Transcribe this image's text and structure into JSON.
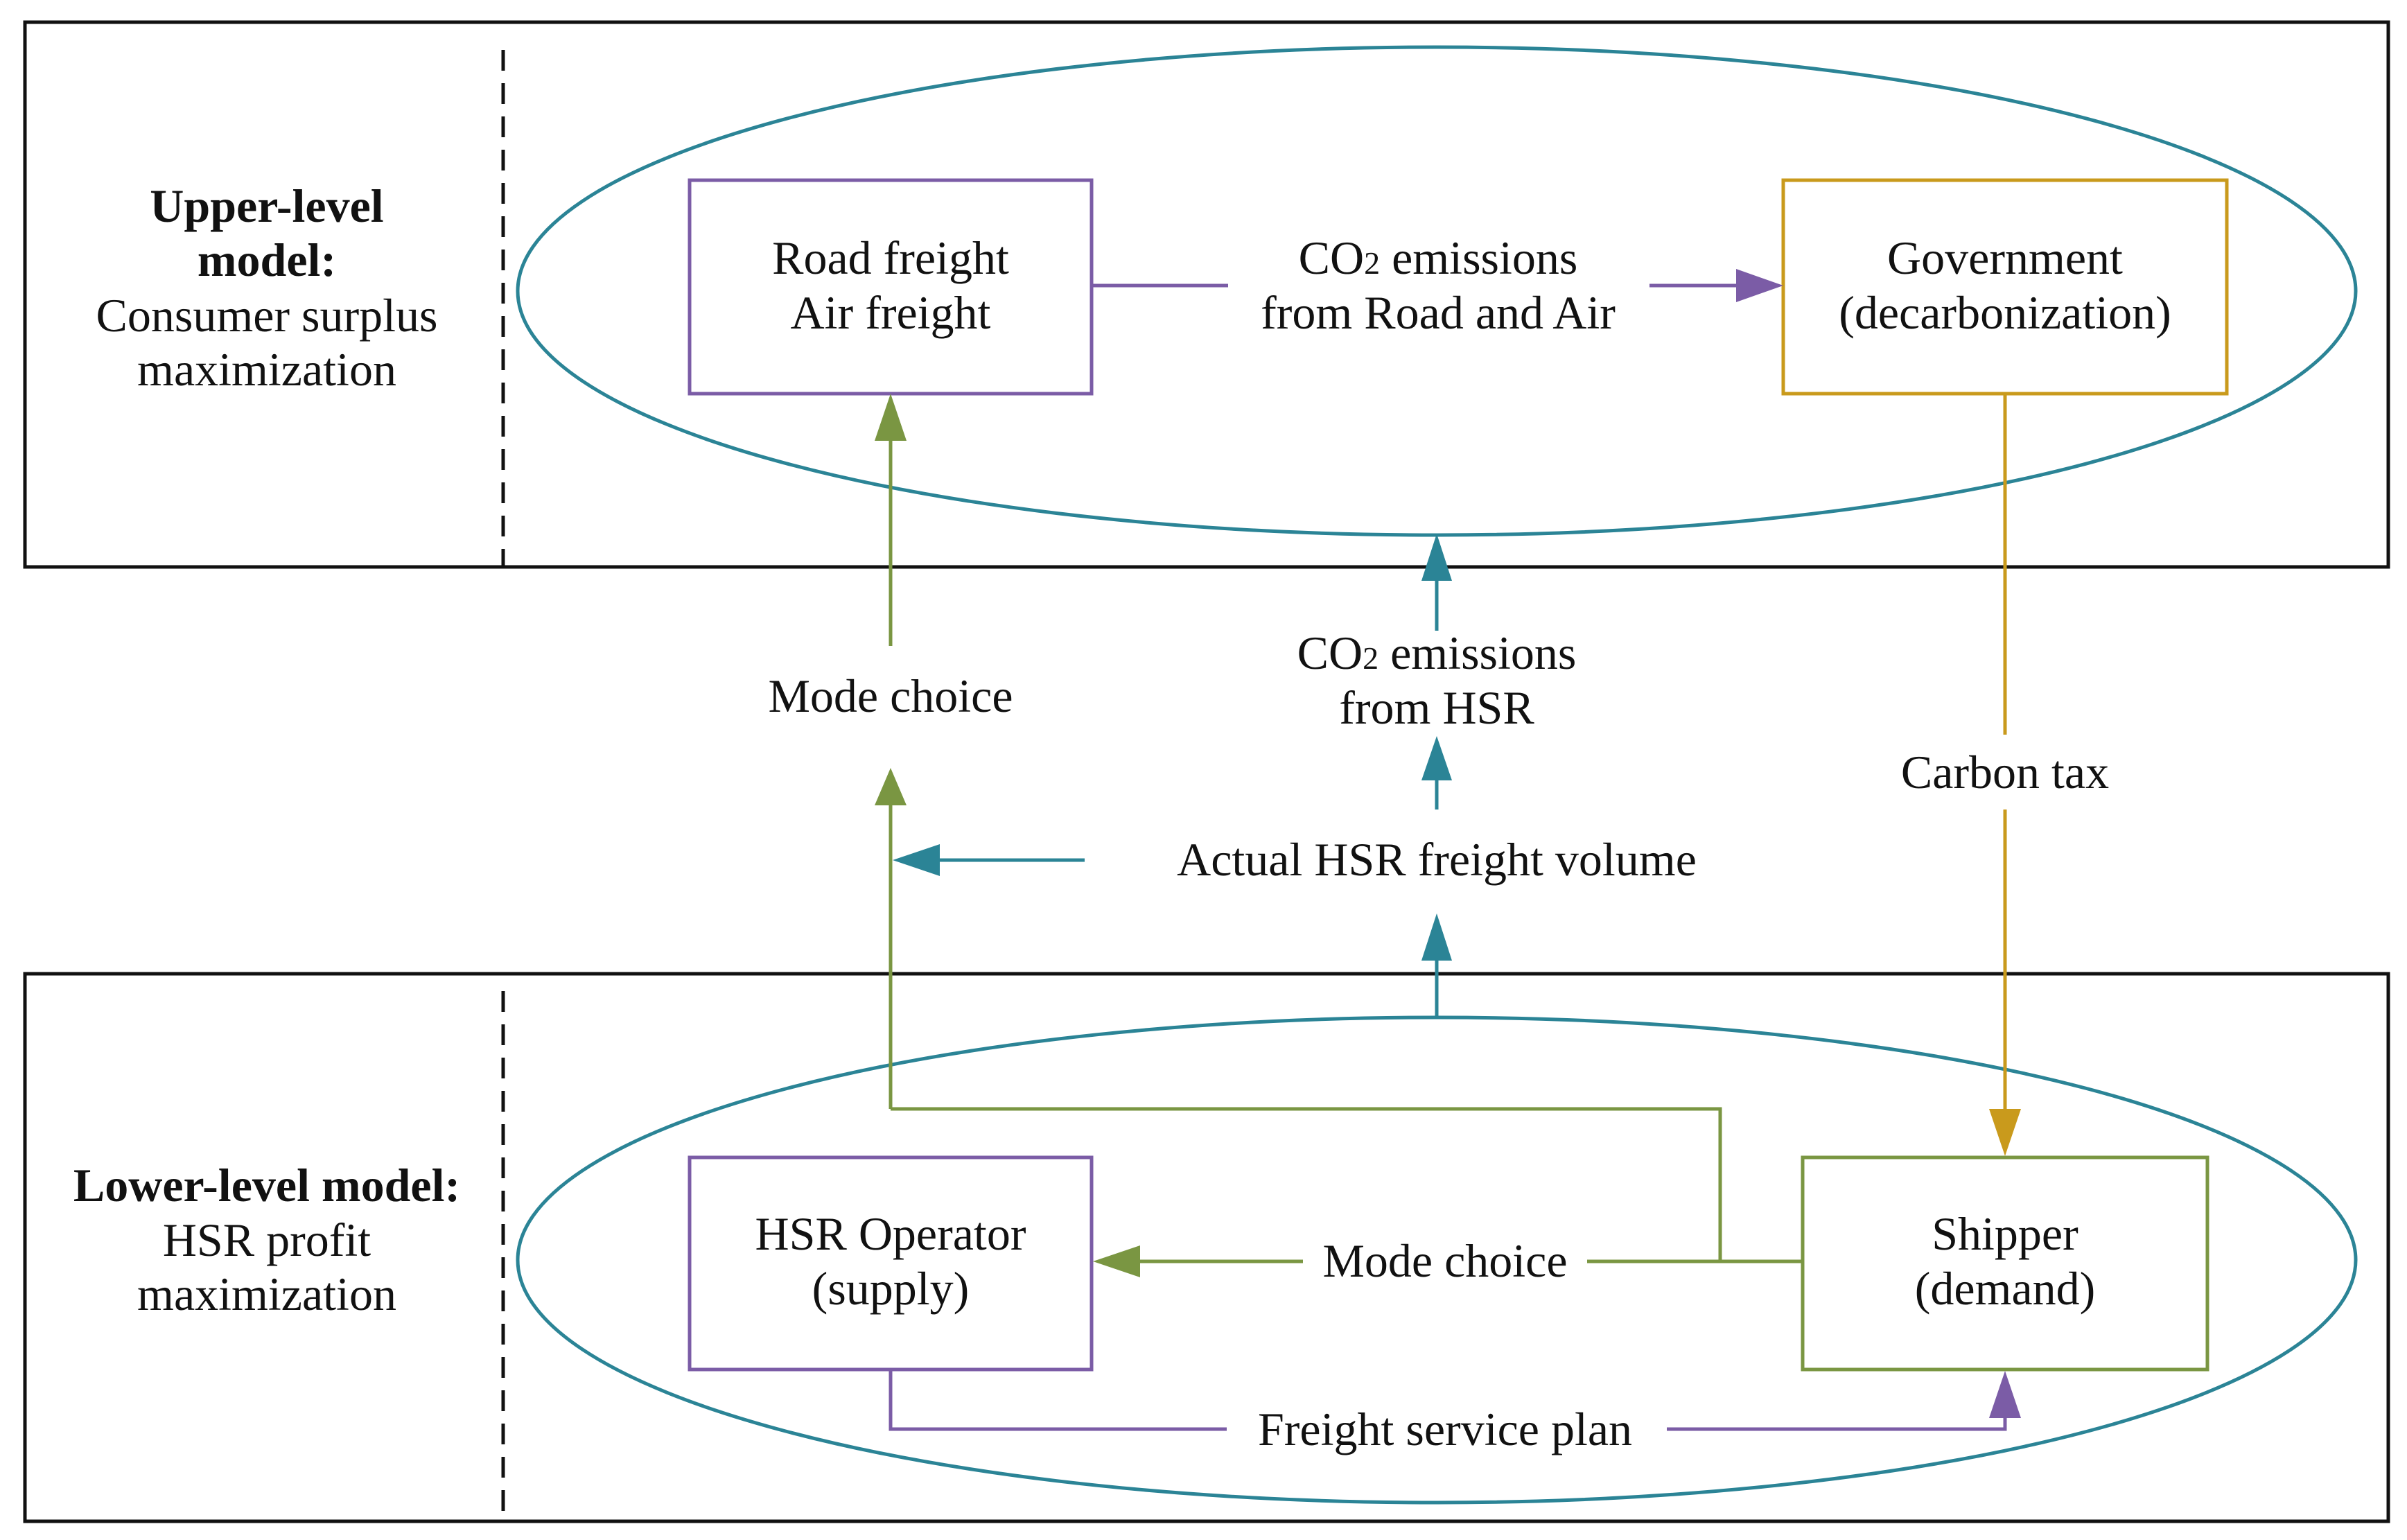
{
  "colors": {
    "teal": "#2b8496",
    "purple": "#7b5ca6",
    "green": "#7a9642",
    "gold": "#c99a1c",
    "black": "#111111"
  },
  "upper_panel": {
    "label_title_1": "Upper-level",
    "label_title_2": "model:",
    "label_line_1": "Consumer surplus",
    "label_line_2": "maximization"
  },
  "lower_panel": {
    "label_title": "Lower-level model:",
    "label_line_1": "HSR profit",
    "label_line_2": "maximization"
  },
  "nodes": {
    "road_air": {
      "line1": "Road freight",
      "line2": "Air freight"
    },
    "government": {
      "line1": "Government",
      "line2": "(decarbonization)"
    },
    "hsr_operator": {
      "line1": "HSR Operator",
      "line2": "(supply)"
    },
    "shipper": {
      "line1": "Shipper",
      "line2": "(demand)"
    }
  },
  "edges": {
    "co2_road_air": {
      "line1_prefix": "CO",
      "line1_sub": "2",
      "line1_suffix": " emissions",
      "line2": "from Road and Air"
    },
    "co2_hsr": {
      "line1_prefix": "CO",
      "line1_sub": "2",
      "line1_suffix": " emissions",
      "line2": "from HSR"
    },
    "mode_choice_upper": "Mode choice",
    "carbon_tax": "Carbon tax",
    "actual_volume": "Actual HSR freight volume",
    "mode_choice_lower": "Mode choice",
    "service_plan": "Freight service plan"
  }
}
